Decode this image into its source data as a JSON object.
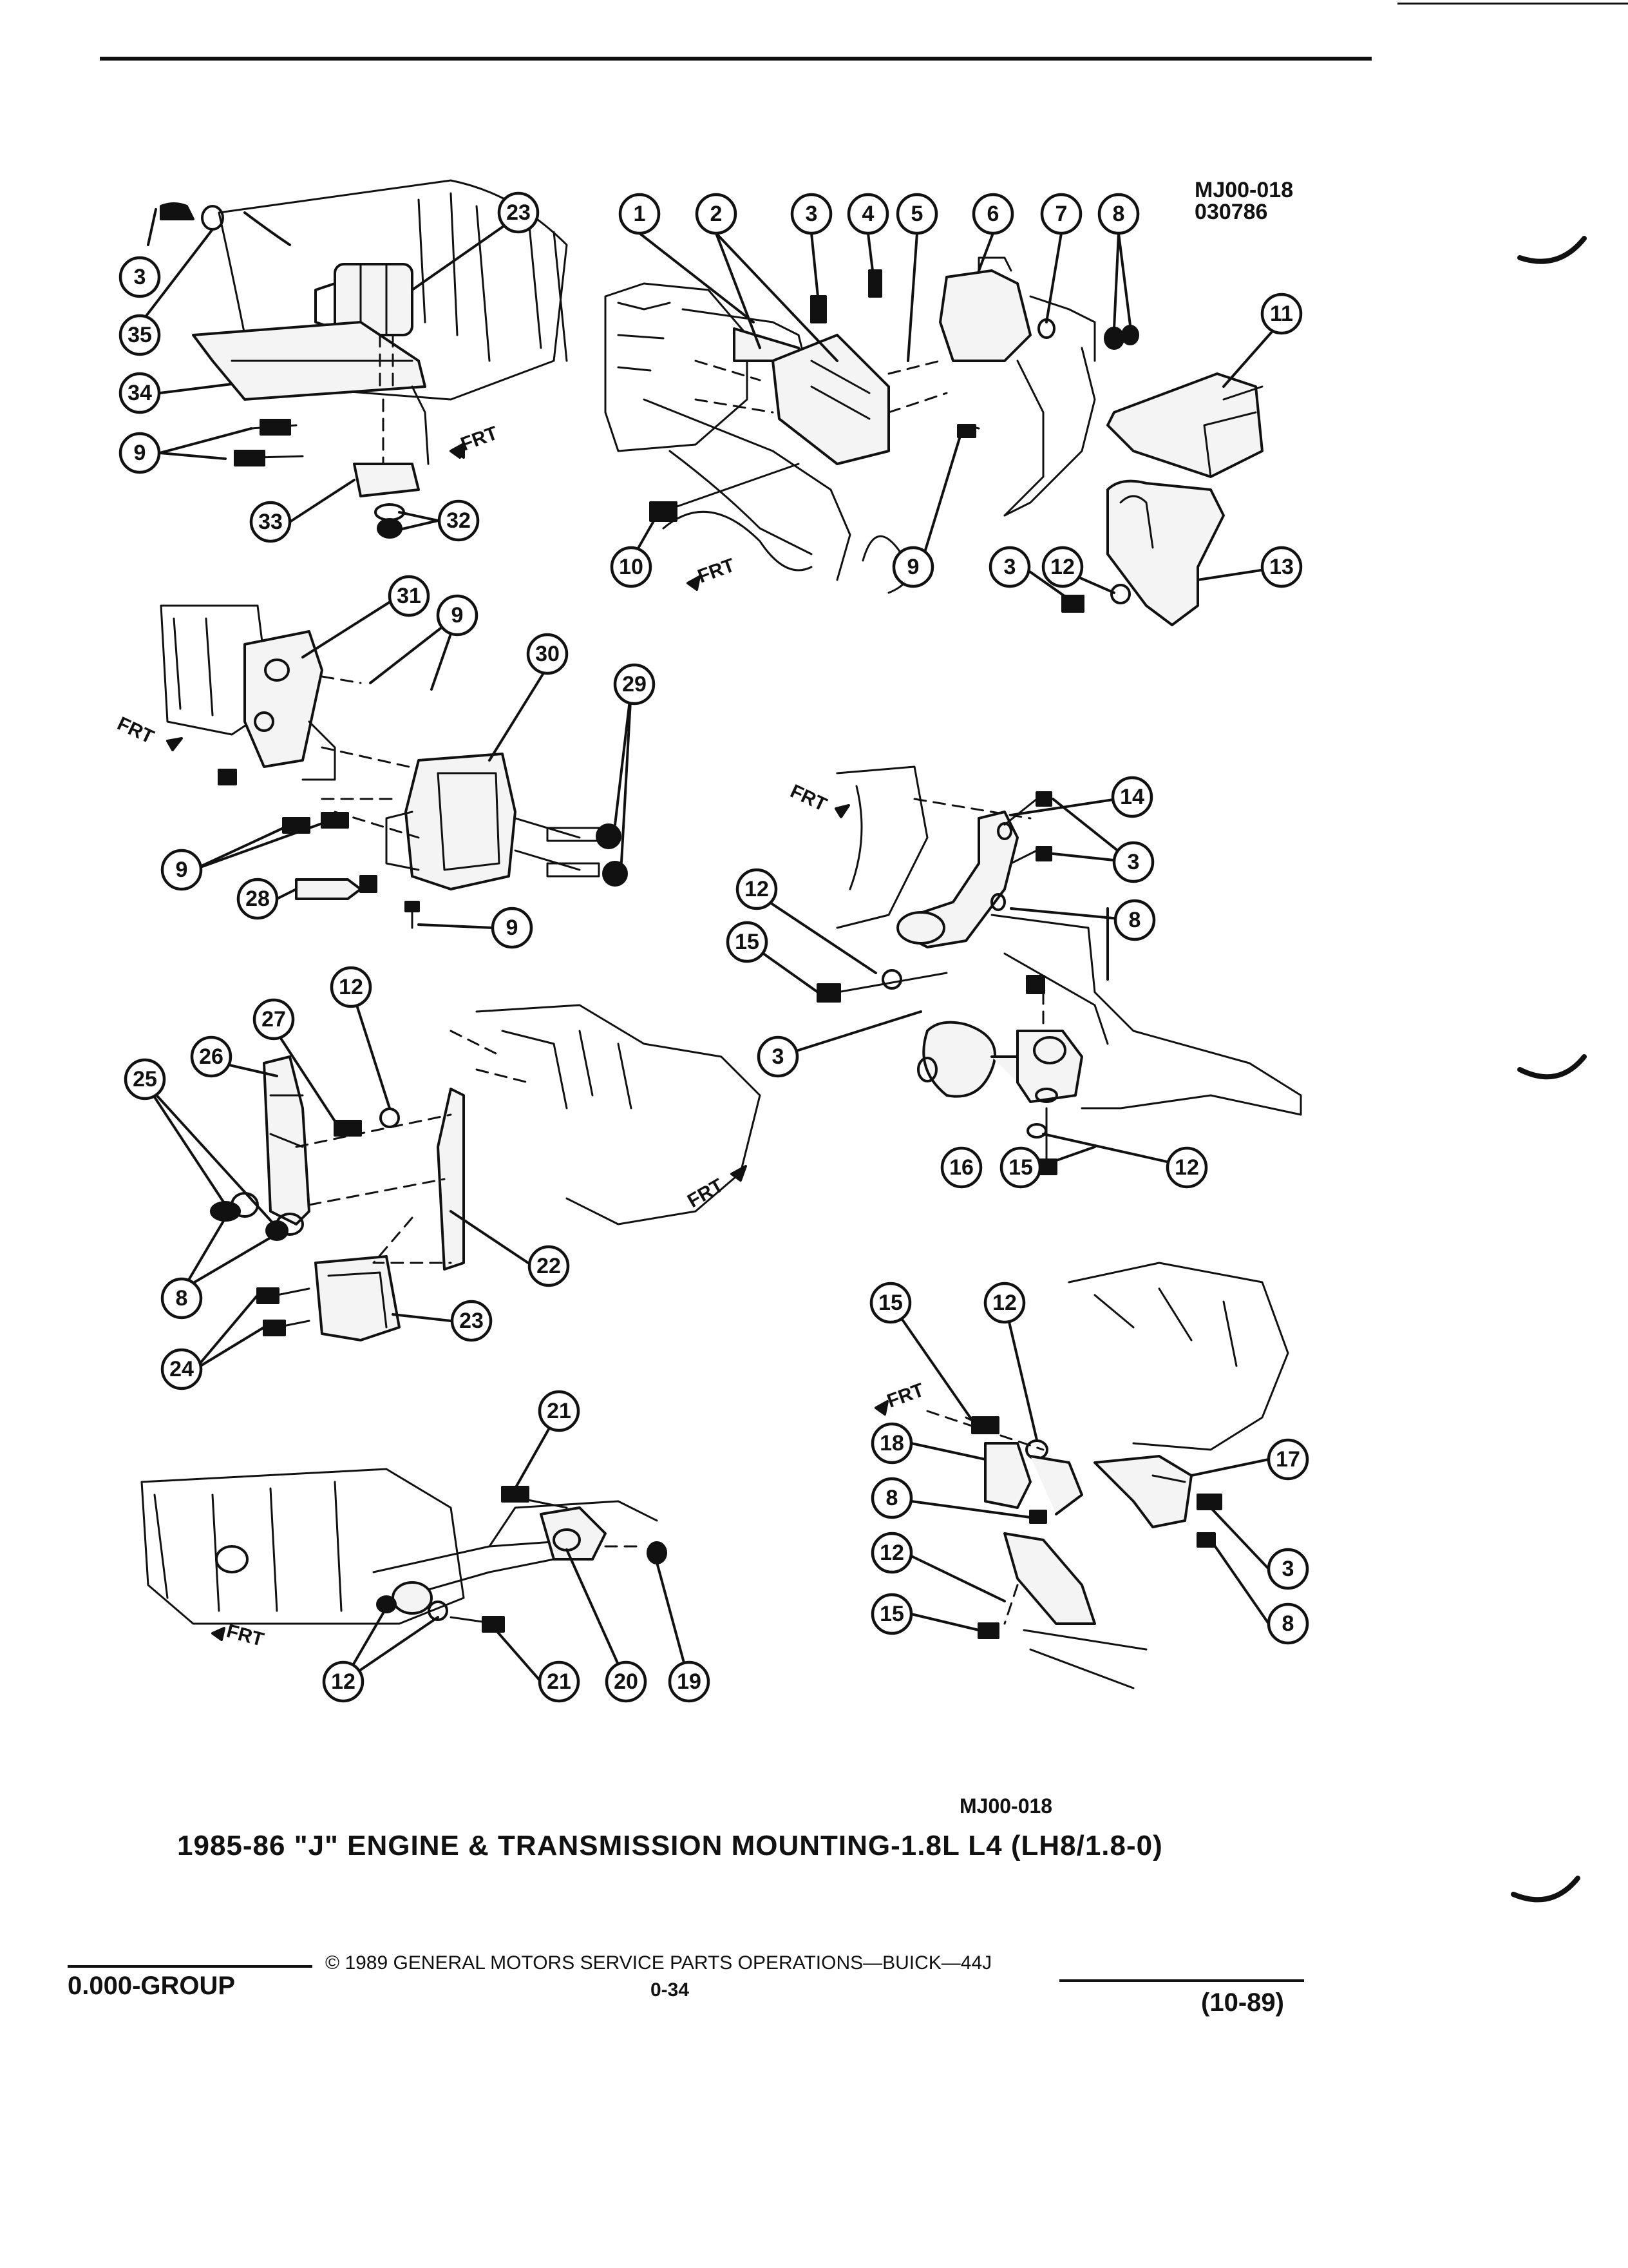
{
  "figure_code_top": [
    "MJ00-018",
    "030786"
  ],
  "figure_code_bottom": "MJ00-018",
  "title": "1985-86 \"J\" ENGINE & TRANSMISSION MOUNTING-1.8L L4 (LH8/1.8-0)",
  "footer": {
    "group": "0.000-GROUP",
    "copyright": "© 1989 GENERAL MOTORS SERVICE PARTS OPERATIONS—BUICK—44J",
    "page": "0-34",
    "revision": "(10-89)"
  },
  "direction_label": "FRT",
  "callouts": {
    "view_a": [
      "3",
      "35",
      "23",
      "34",
      "9",
      "33",
      "32"
    ],
    "view_b": [
      "1",
      "2",
      "3",
      "4",
      "5",
      "6",
      "7",
      "8",
      "11",
      "10",
      "9",
      "3",
      "12",
      "13"
    ],
    "view_c": [
      "31",
      "9",
      "30",
      "29",
      "9",
      "28",
      "9"
    ],
    "view_d": [
      "14",
      "3",
      "12",
      "8",
      "15",
      "3",
      "16",
      "15",
      "12"
    ],
    "view_e": [
      "27",
      "12",
      "26",
      "25",
      "8",
      "22",
      "23",
      "24"
    ],
    "view_f": [
      "15",
      "12",
      "18",
      "17",
      "8",
      "3",
      "12",
      "8",
      "15"
    ],
    "view_g": [
      "21",
      "12",
      "21",
      "20",
      "19"
    ]
  }
}
